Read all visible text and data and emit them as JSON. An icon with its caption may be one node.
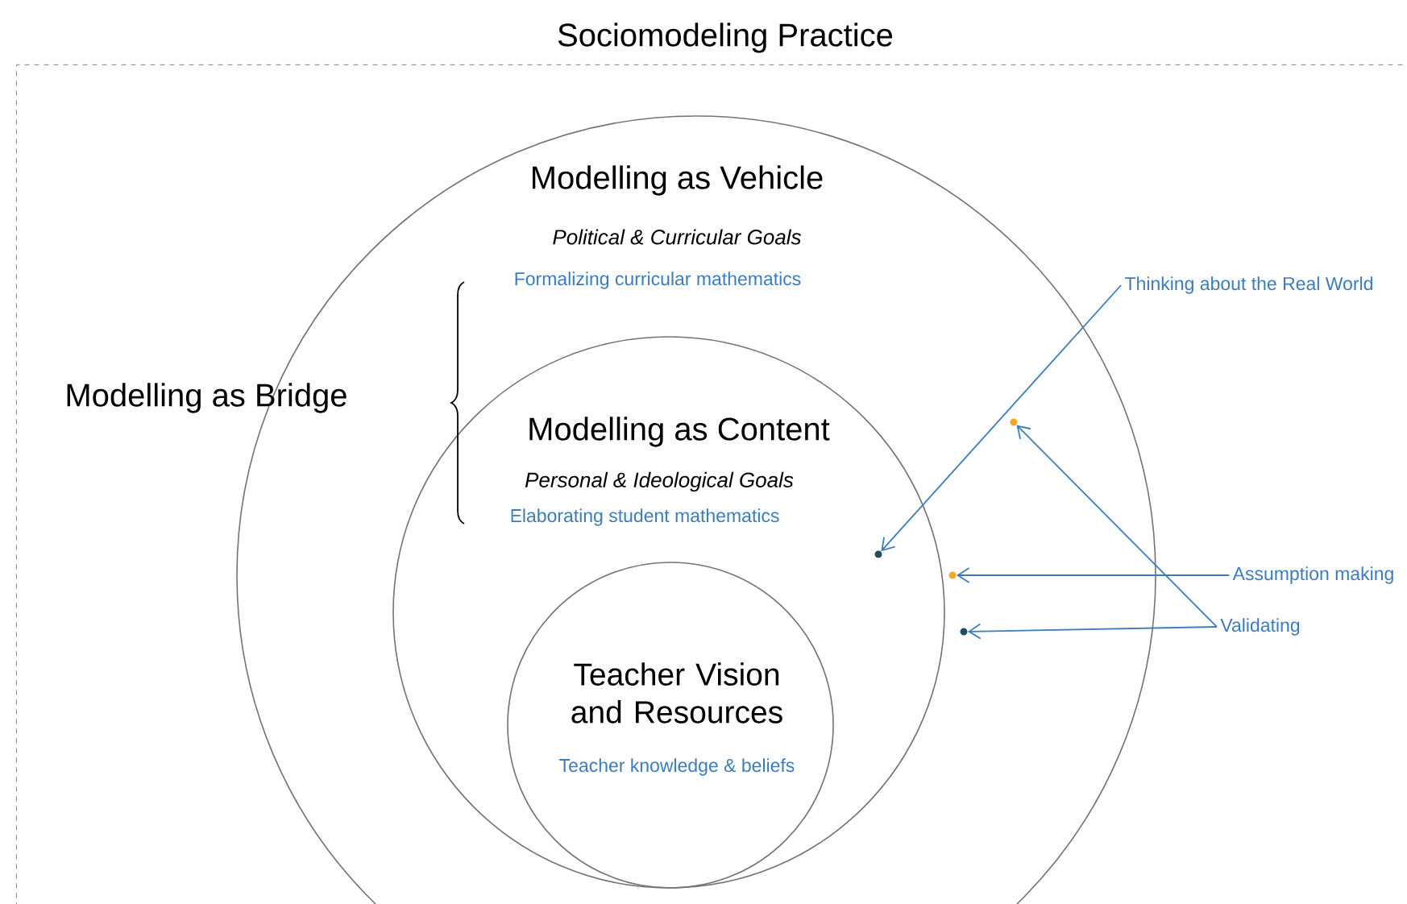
{
  "diagram": {
    "nodes": [
      {
        "text": [
          "Sociomodeling Practice"
        ]
      },
      {
        "text": [
          "Modelling as Vehicle",
          "Political & Curricular Goals",
          "Formalizing curricular mathematics"
        ],
        "in": 0
      },
      {
        "text": [
          "Modelling as Content",
          "Personal & Ideological Goals",
          "Elaborating student mathematics"
        ],
        "in": 1
      },
      {
        "text": [
          "Teacher Vision and Resources",
          "Teacher knowledge & beliefs"
        ],
        "in": 2
      },
      {
        "text": [
          "Thinking about the Real World"
        ],
        "in": 0
      },
      {
        "text": [
          "Assumption making"
        ],
        "in": 0
      },
      {
        "text": [
          "Validating"
        ],
        "in": 0
      },
      {
        "text": [],
        "shape": "circle",
        "in": 2
      },
      {
        "text": [],
        "shape": "circle",
        "in": 1
      },
      {
        "text": [],
        "shape": "circle",
        "in": 1
      },
      {
        "text": [],
        "shape": "circle",
        "in": 1
      }
    ],
    "edges": [
      {
        "from": 4,
        "to": 7,
        "arrow": "to"
      },
      {
        "from": 5,
        "to": 9,
        "arrow": "to"
      },
      {
        "from": 6,
        "to": 10,
        "arrow": "to"
      },
      {
        "from": 6,
        "to": 8,
        "arrow": "to"
      }
    ],
    "labels": [
      "Modelling as Bridge"
    ]
  }
}
